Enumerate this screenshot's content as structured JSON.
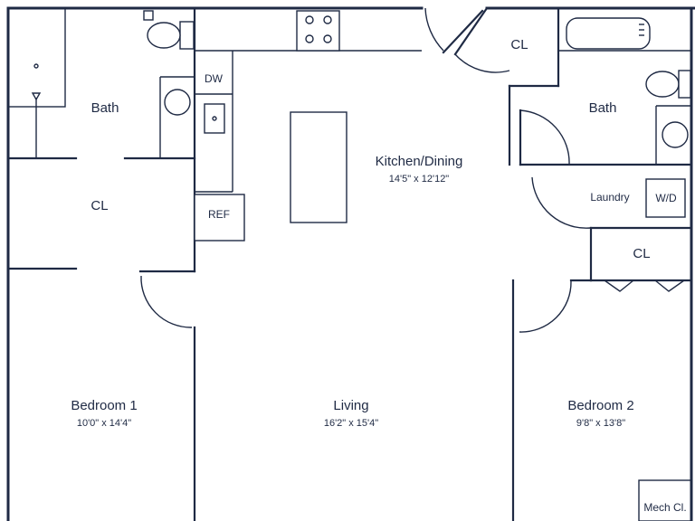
{
  "rooms": {
    "bath_left": "Bath",
    "closet_left": "CL",
    "dishwasher": "DW",
    "refrigerator": "REF",
    "kitchen_dining": "Kitchen/Dining",
    "kitchen_dining_dim": "14'5\" x 12'12\"",
    "closet_top_right": "CL",
    "bath_right": "Bath",
    "laundry": "Laundry",
    "washer_dryer": "W/D",
    "closet_right": "CL",
    "bedroom1": "Bedroom 1",
    "bedroom1_dim": "10'0\" x 14'4\"",
    "living": "Living",
    "living_dim": "16'2\" x 15'4\"",
    "bedroom2": "Bedroom 2",
    "bedroom2_dim": "9'8\" x 13'8\"",
    "mech_closet": "Mech Cl."
  },
  "colors": {
    "ink": "#1f2a44",
    "background": "#ffffff"
  }
}
